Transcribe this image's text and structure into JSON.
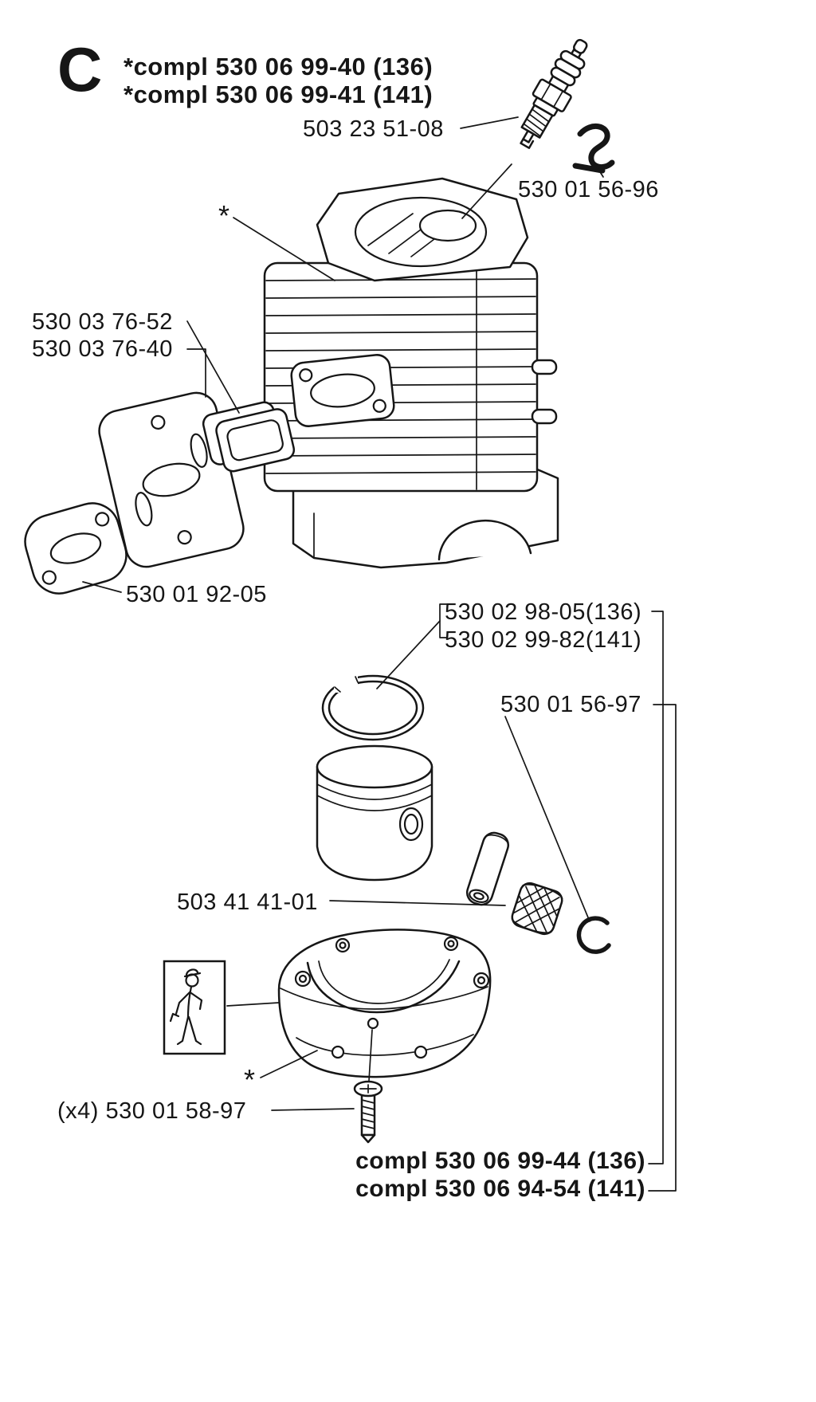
{
  "page": {
    "section_letter": "C",
    "header": {
      "line1": "*compl 530 06 99-40 (136)",
      "line2": "*compl 530 06 99-41 (141)"
    },
    "footer": {
      "line1": "compl 530 06 99-44 (136)",
      "line2": "compl 530 06 94-54 (141)"
    }
  },
  "part_labels": {
    "spark_plug": "503 23 51-08",
    "plug_clip": "530 01 56-96",
    "cylinder_marker": "*",
    "muffler_spacer": "530 03 76-52",
    "muffler_gasket": "530 03 76-40",
    "exhaust_gasket": "530 01 92-05",
    "piston_136": "530 02 98-05(136)",
    "piston_141": "530 02 99-82(141)",
    "piston_pin_retainer": "530 01 56-97",
    "needle_bearing": "503 41 41-01",
    "crankcase_marker": "*",
    "screws": "(x4) 530 01 58-97"
  },
  "colors": {
    "ink": "#161616",
    "paper": "#ffffff"
  }
}
